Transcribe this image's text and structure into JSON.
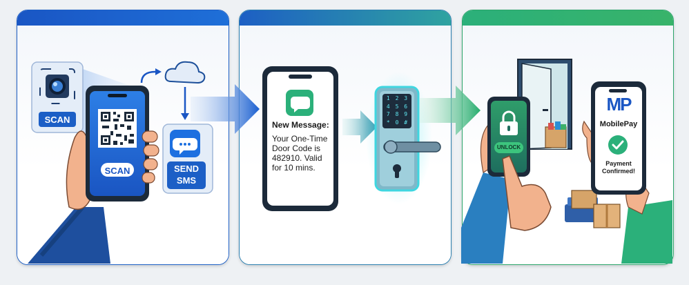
{
  "panel1": {
    "camera_label": "SCAN",
    "phone_button": "SCAN",
    "sms_label_line1": "SEND",
    "sms_label_line2": "SMS"
  },
  "panel2": {
    "message_title": "New Message:",
    "message_line1": "Your One-Time",
    "message_line2": "Door Code is",
    "message_line3": "482910. Valid",
    "message_line4": "for 10 mins.",
    "keypad_keys": [
      "1",
      "2",
      "3",
      "4",
      "5",
      "6",
      "7",
      "8",
      "9",
      "*",
      "0",
      "#"
    ]
  },
  "panel3": {
    "unlock_button": "UNLOCK",
    "pay_logo": "MP",
    "pay_brand": "MobilePay",
    "pay_status_line1": "Payment",
    "pay_status_line2": "Confirmed!"
  },
  "colors": {
    "blue_primary": "#1a56c4",
    "teal": "#2fa3a0",
    "green": "#2bb07a",
    "phone_frame": "#1c2a3a",
    "keypad_glow": "#3fd6e0"
  }
}
